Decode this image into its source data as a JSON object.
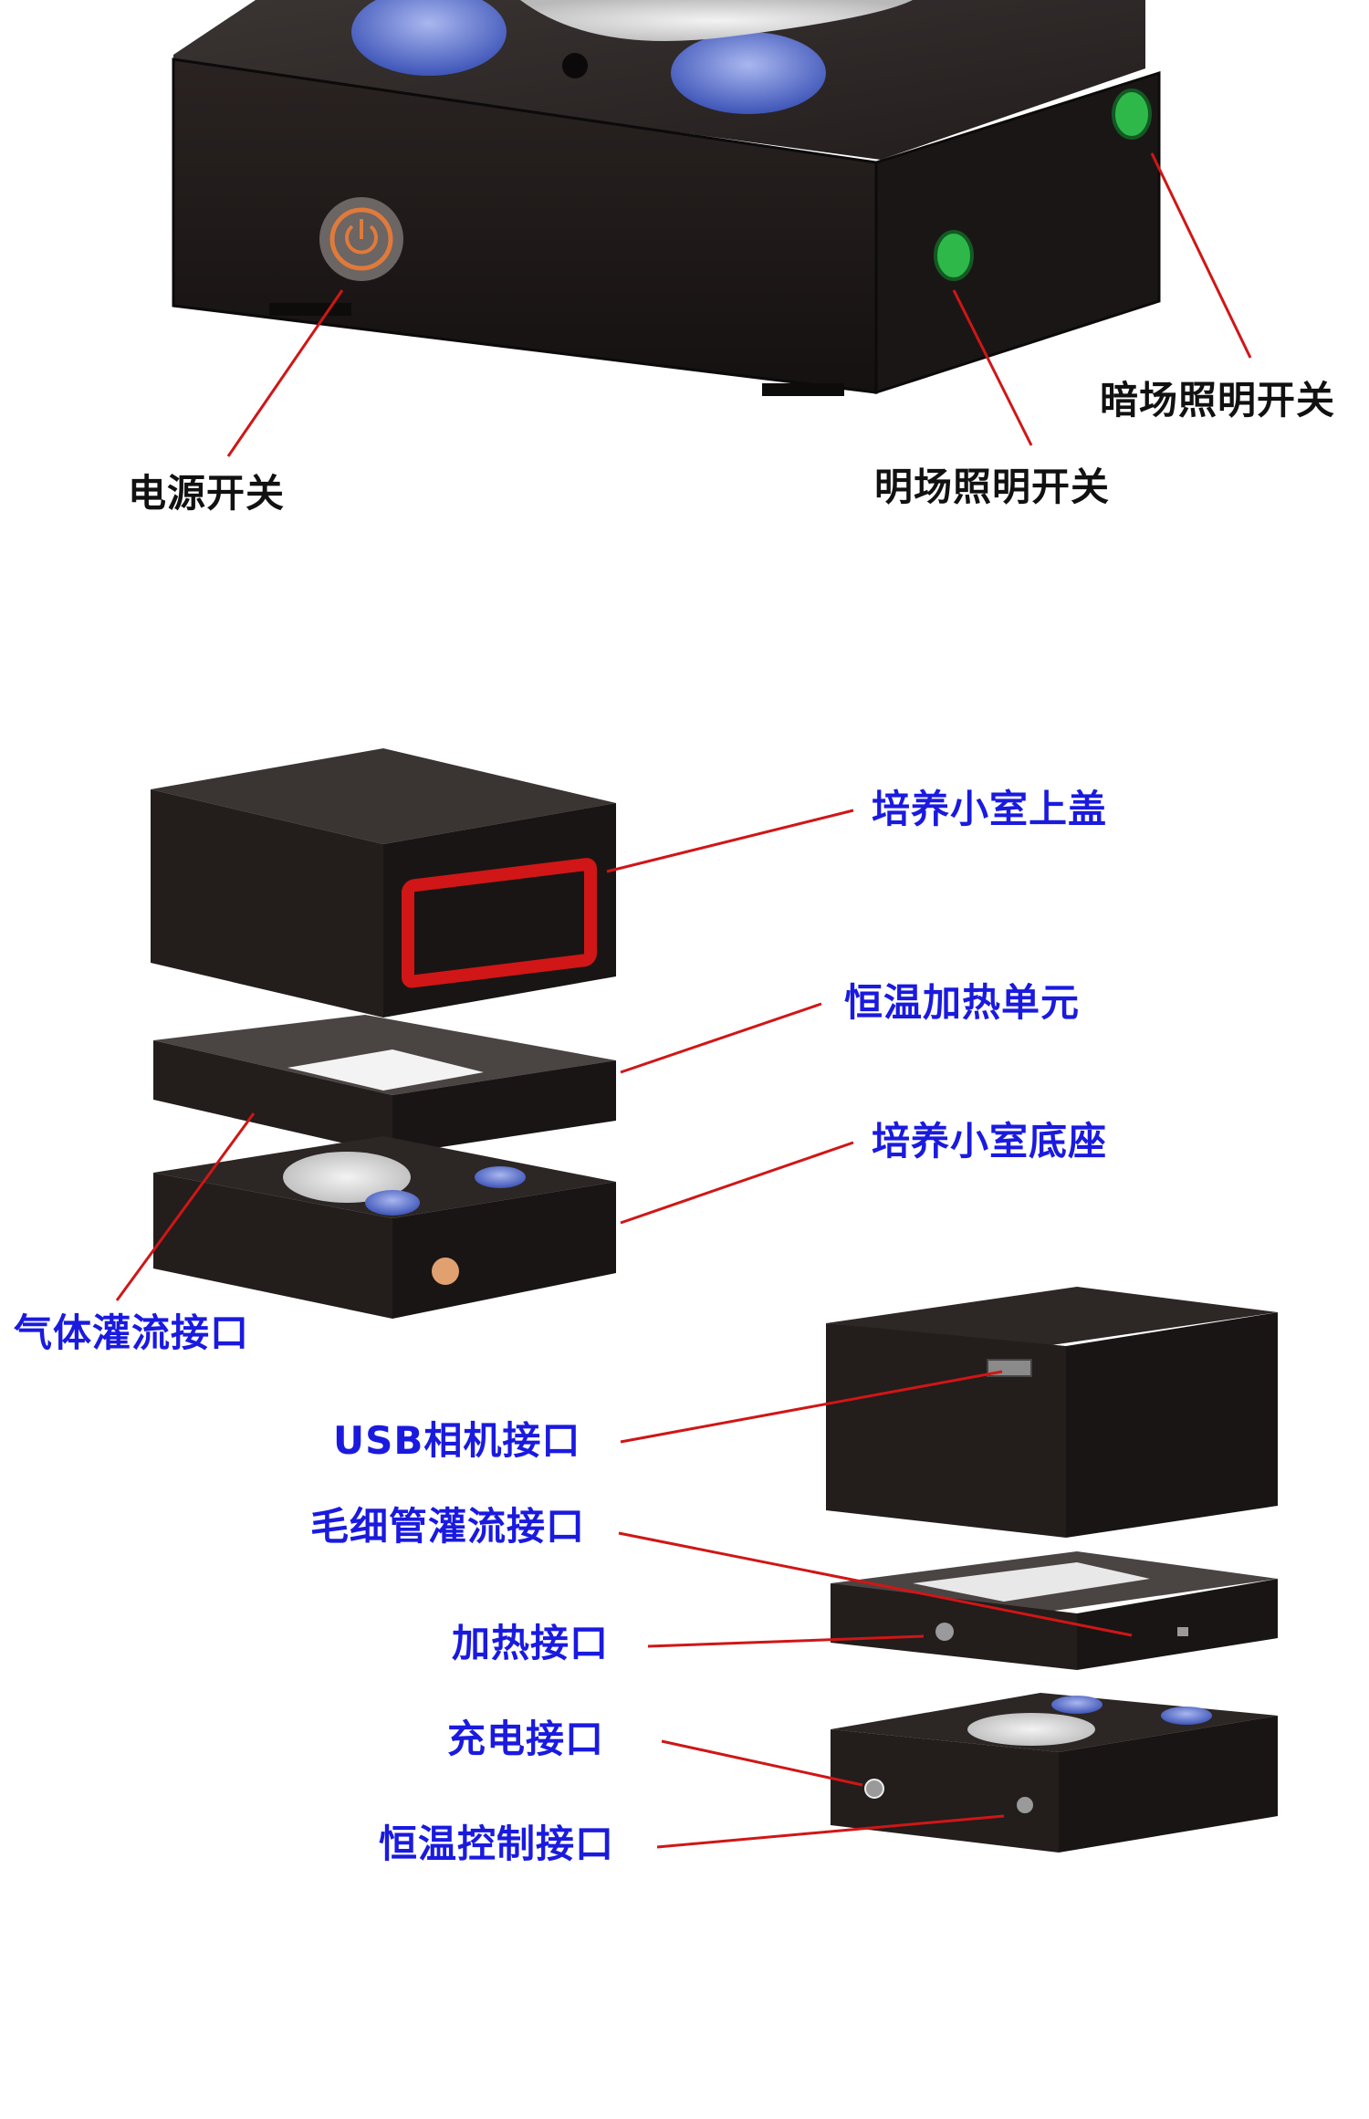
{
  "colors": {
    "label_top": "#111111",
    "label_blue": "#1a1adf",
    "leader_line": "#d01616",
    "device_body": "#1f1a19",
    "green_button": "#2fb84a",
    "power_ring": "#e07a3a",
    "blue_lens": "#5c79d6"
  },
  "labels": {
    "dark_field_switch": "暗场照明开关",
    "bright_field_switch": "明场照明开关",
    "power_switch": "电源开关",
    "chamber_lid": "培养小室上盖",
    "heating_unit": "恒温加热单元",
    "chamber_base": "培养小室底座",
    "gas_perfusion_port": "气体灌流接口",
    "usb_camera_port": "USB相机接口",
    "capillary_perfusion_port": "毛细管灌流接口",
    "heating_port": "加热接口",
    "charging_port": "充电接口",
    "thermostat_control_port": "恒温控制接口"
  }
}
